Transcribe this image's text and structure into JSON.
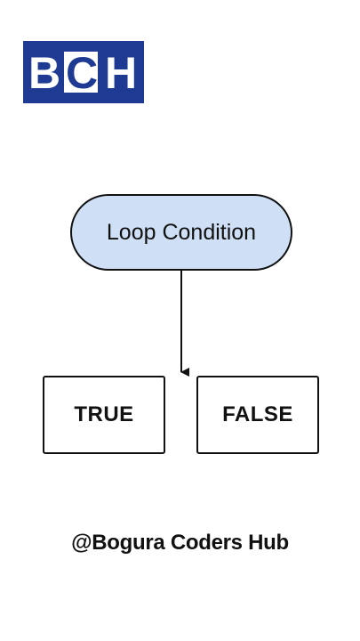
{
  "logo": {
    "letters": [
      "B",
      "C",
      "H"
    ],
    "background": "#1f3a93",
    "letter_color": "#ffffff",
    "accent_color": "#1f3a93"
  },
  "diagram": {
    "condition_label": "Loop Condition",
    "condition_fill": "#cfe0f6",
    "true_label": "TRUE",
    "false_label": "FALSE"
  },
  "footer": {
    "handle": "@Bogura Coders Hub"
  }
}
